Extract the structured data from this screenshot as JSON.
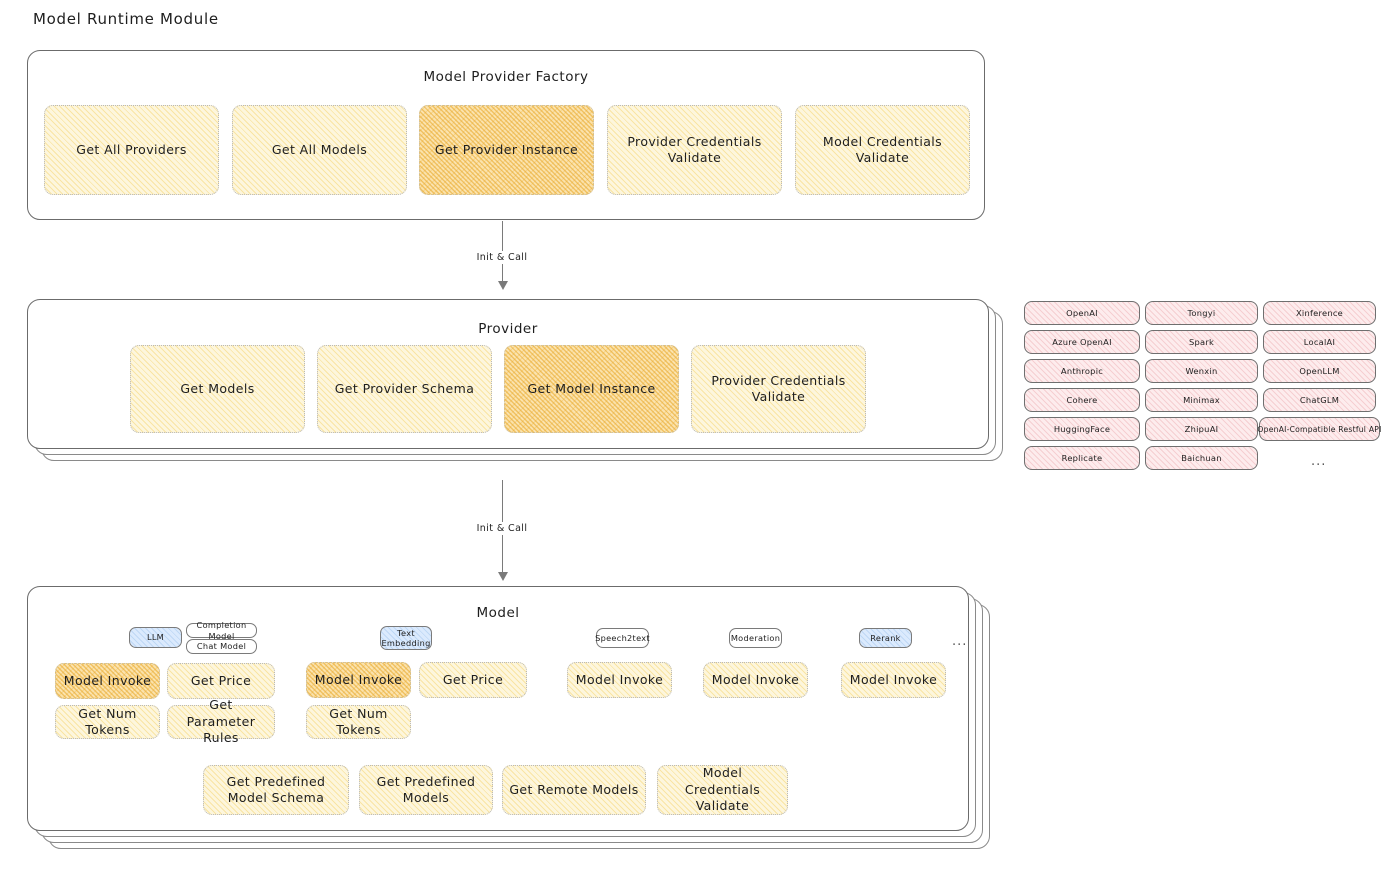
{
  "page": {
    "title": "Model Runtime Module"
  },
  "factory": {
    "title": "Model Provider Factory",
    "methods": [
      {
        "label": "Get All Providers",
        "highlight": false
      },
      {
        "label": "Get All Models",
        "highlight": false
      },
      {
        "label": "Get Provider Instance",
        "highlight": true
      },
      {
        "label": "Provider Credentials Validate",
        "highlight": false
      },
      {
        "label": "Model Credentials Validate",
        "highlight": false
      }
    ]
  },
  "arrows": [
    {
      "label": "Init & Call"
    },
    {
      "label": "Init & Call"
    }
  ],
  "provider": {
    "title": "Provider",
    "methods": [
      {
        "label": "Get Models",
        "highlight": false
      },
      {
        "label": "Get Provider Schema",
        "highlight": false
      },
      {
        "label": "Get Model Instance",
        "highlight": true
      },
      {
        "label": "Provider Credentials Validate",
        "highlight": false
      }
    ]
  },
  "provider_list": {
    "columns": [
      [
        "OpenAI",
        "Azure OpenAI",
        "Anthropic",
        "Cohere",
        "HuggingFace",
        "Replicate"
      ],
      [
        "Tongyi",
        "Spark",
        "Wenxin",
        "Minimax",
        "ZhipuAI",
        "Baichuan"
      ],
      [
        "Xinference",
        "LocalAI",
        "OpenLLM",
        "ChatGLM",
        "OpenAI-Compatible Restful API"
      ]
    ],
    "more": "..."
  },
  "model": {
    "title": "Model",
    "more": "...",
    "types": [
      {
        "name": "LLM",
        "sub_types": [
          "Completion Model",
          "Chat Model"
        ],
        "methods": [
          {
            "label": "Model Invoke",
            "highlight": true
          },
          {
            "label": "Get Price",
            "highlight": false
          },
          {
            "label": "Get Num Tokens",
            "highlight": false
          },
          {
            "label": "Get Parameter Rules",
            "highlight": false
          }
        ]
      },
      {
        "name": "Text Embedding",
        "sub_types": [],
        "methods": [
          {
            "label": "Model Invoke",
            "highlight": true
          },
          {
            "label": "Get Price",
            "highlight": false
          },
          {
            "label": "Get Num Tokens",
            "highlight": false
          }
        ]
      },
      {
        "name": "Speech2text",
        "sub_types": [],
        "methods": [
          {
            "label": "Model Invoke",
            "highlight": false
          }
        ]
      },
      {
        "name": "Moderation",
        "sub_types": [],
        "methods": [
          {
            "label": "Model Invoke",
            "highlight": false
          }
        ]
      },
      {
        "name": "Rerank",
        "sub_types": [],
        "methods": [
          {
            "label": "Model Invoke",
            "highlight": false
          }
        ]
      }
    ],
    "common_methods": [
      "Get Predefined Model Schema",
      "Get Predefined Models",
      "Get Remote Models",
      "Model Credentials Validate"
    ]
  }
}
